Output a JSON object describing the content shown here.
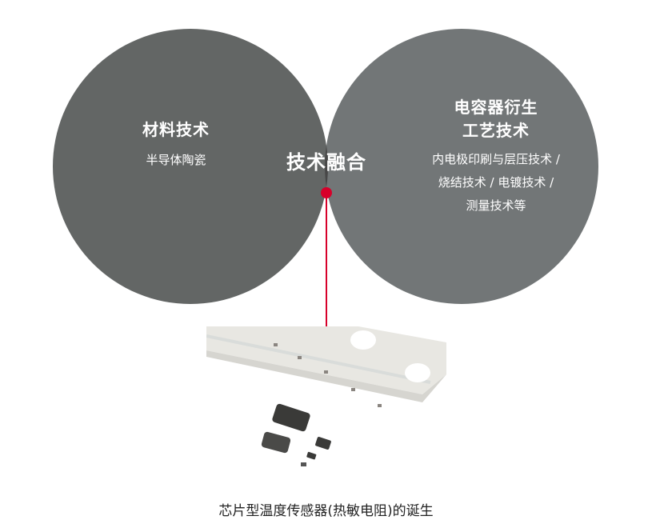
{
  "left": {
    "title": "材料技术",
    "subtitle": "半导体陶瓷"
  },
  "center": {
    "title": "技术融合"
  },
  "right": {
    "title_line1": "电容器衍生",
    "title_line2": "工艺技术",
    "lines": [
      "内电极印刷与层压技术 /",
      "烧结技术 / 电镀技术 /",
      "测量技术等"
    ]
  },
  "caption": "芯片型温度传感器(热敏电阻)的诞生",
  "colors": {
    "left": "#636665",
    "right": "#727677",
    "overlap": "#474747",
    "accent": "#d7002a"
  }
}
